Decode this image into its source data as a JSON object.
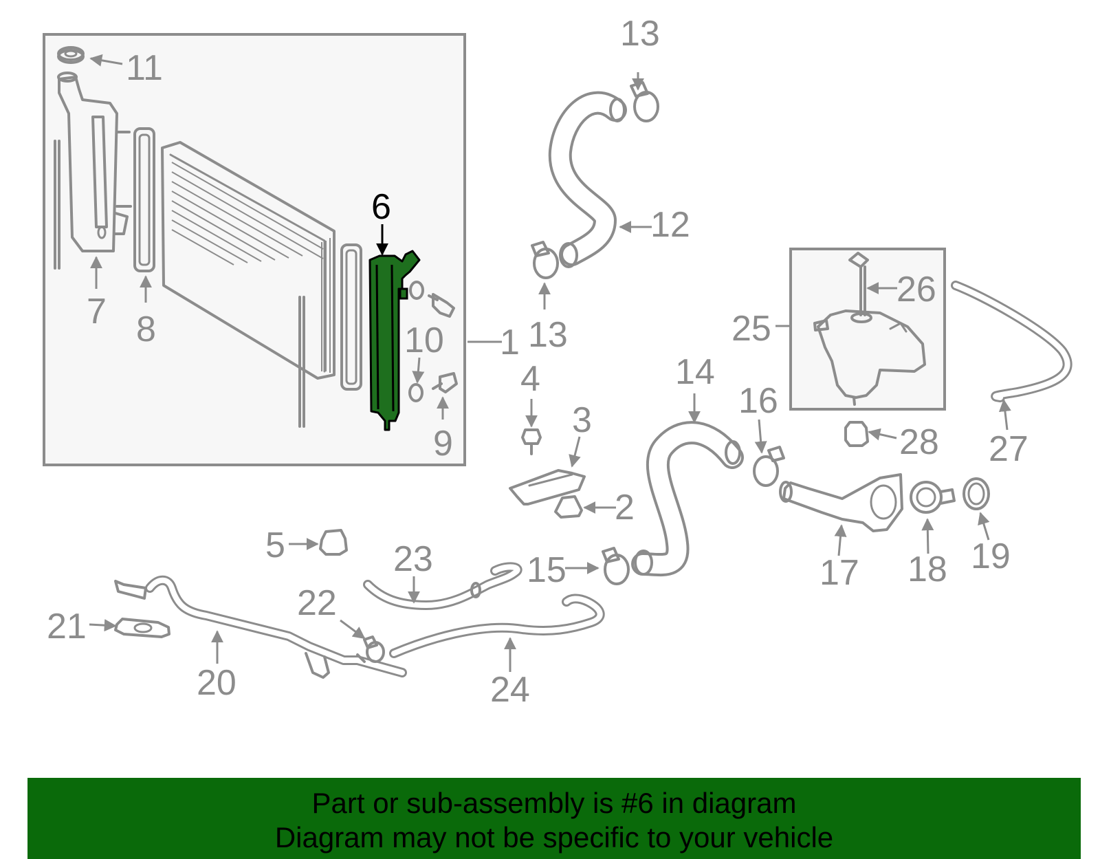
{
  "diagram": {
    "highlight_color": "#1a6b1a",
    "part_color": "#8c8c8c",
    "callouts": {
      "c1": "1",
      "c2": "2",
      "c3": "3",
      "c4": "4",
      "c5": "5",
      "c6": "6",
      "c7": "7",
      "c8": "8",
      "c9": "9",
      "c10": "10",
      "c11": "11",
      "c12": "12",
      "c13a": "13",
      "c13b": "13",
      "c14": "14",
      "c15": "15",
      "c16": "16",
      "c17": "17",
      "c18": "18",
      "c19": "19",
      "c20": "20",
      "c21": "21",
      "c22": "22",
      "c23": "23",
      "c24": "24",
      "c25": "25",
      "c26": "26",
      "c27": "27",
      "c28": "28"
    }
  },
  "banner": {
    "background": "#0a6a0a",
    "line1": "Part or sub-assembly is #6 in diagram",
    "line2": "Diagram may not be specific to your vehicle"
  }
}
